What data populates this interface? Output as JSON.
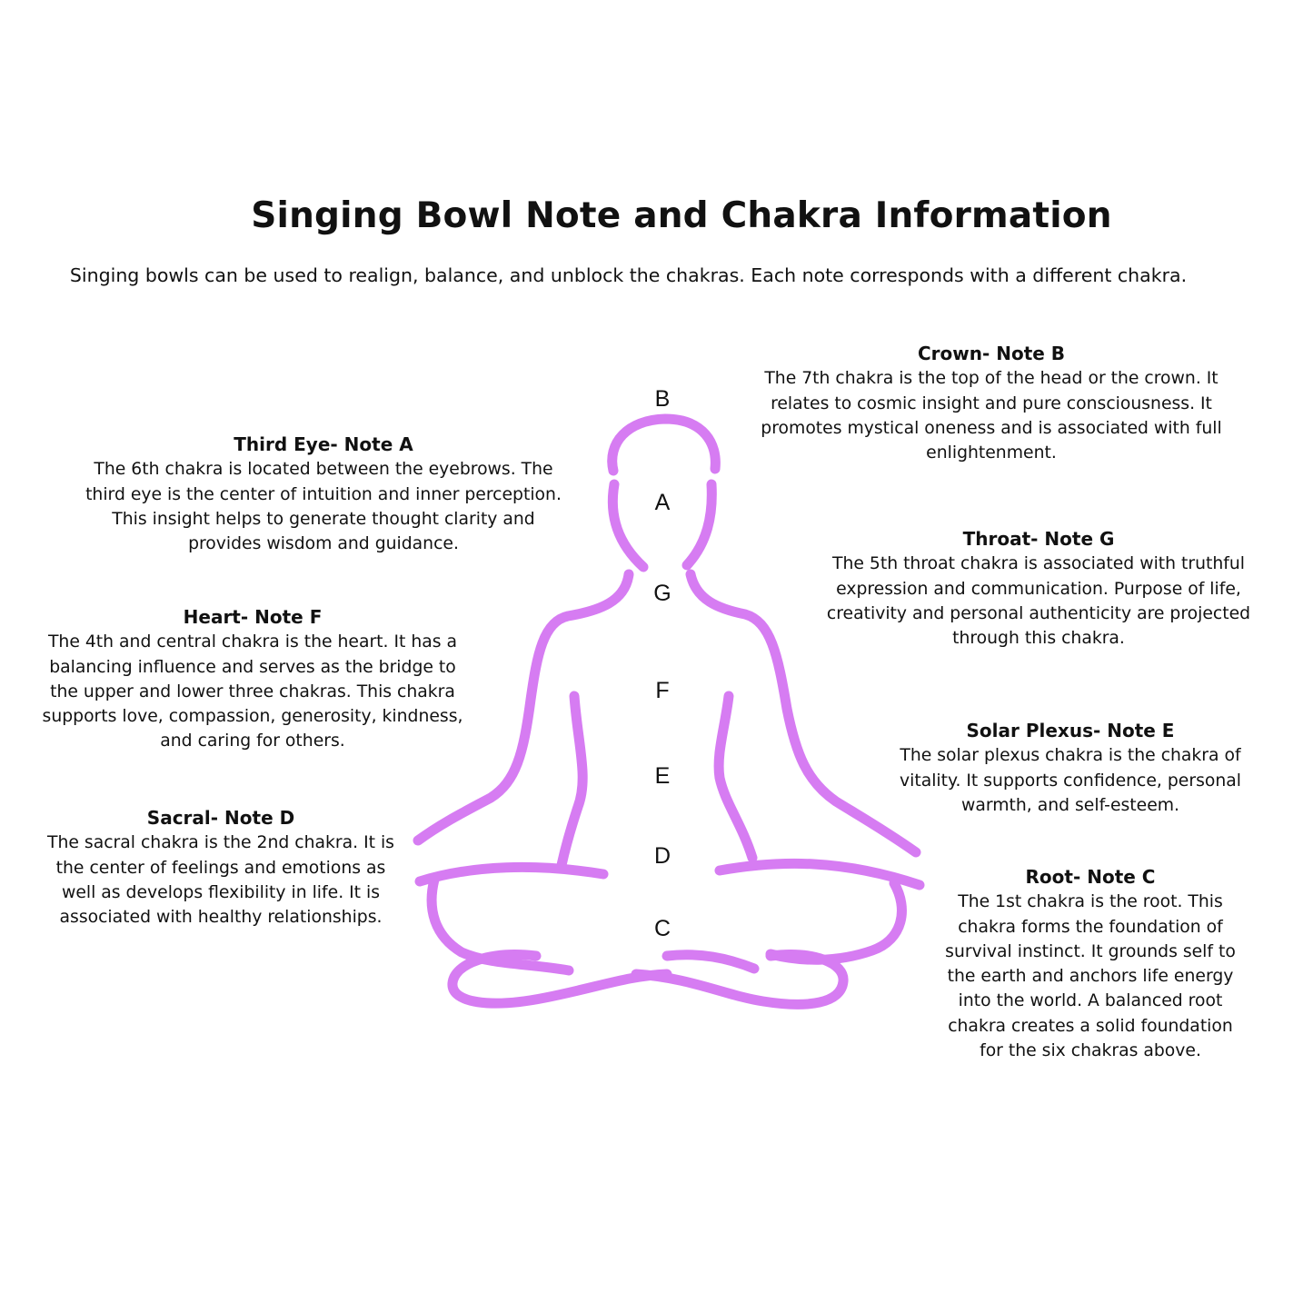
{
  "title": "Singing Bowl Note and Chakra Information",
  "intro": "Singing bowls can be used to realign, balance, and unblock the chakras. Each note corresponds with a different chakra.",
  "figure_color": "#d67cf2",
  "note_letters": [
    "B",
    "A",
    "G",
    "F",
    "E",
    "D",
    "C"
  ],
  "chakras": {
    "crown": {
      "heading": "Crown- Note B",
      "lines": [
        "The 7th chakra is the top of the head or the crown. It",
        "relates to cosmic insight and pure consciousness. It",
        "promotes mystical oneness and is associated with full",
        "enlightenment."
      ]
    },
    "third_eye": {
      "heading": "Third Eye- Note A",
      "lines": [
        "The 6th chakra is located between the eyebrows. The",
        "third eye is the center of intuition and inner perception.",
        "This insight helps to generate thought clarity and",
        "provides wisdom and guidance."
      ]
    },
    "throat": {
      "heading": "Throat- Note G",
      "lines": [
        "The 5th throat chakra is associated with truthful",
        "expression and communication. Purpose of life,",
        "creativity and personal authenticity are projected",
        "through this chakra."
      ]
    },
    "heart": {
      "heading": "Heart- Note F",
      "lines": [
        "The 4th and central chakra is the heart. It has a",
        "balancing influence and serves as the bridge to",
        "the upper and lower three chakras. This chakra",
        "supports love, compassion, generosity, kindness,",
        "and caring for others."
      ]
    },
    "solar_plexus": {
      "heading": "Solar Plexus- Note E",
      "lines": [
        "The solar plexus chakra is the chakra of",
        "vitality. It supports confidence, personal",
        "warmth, and self-esteem."
      ]
    },
    "sacral": {
      "heading": "Sacral- Note D",
      "lines": [
        "The sacral chakra is the 2nd chakra. It is",
        "the center of feelings and emotions as",
        "well as develops flexibility in life. It is",
        "associated with healthy relationships."
      ]
    },
    "root": {
      "heading": "Root- Note C",
      "lines": [
        "The 1st chakra is the root. This",
        "chakra forms the foundation of",
        "survival instinct. It grounds self to",
        "the earth and anchors life energy",
        "into the world. A balanced root",
        "chakra creates a solid foundation",
        "for the six chakras above."
      ]
    }
  }
}
